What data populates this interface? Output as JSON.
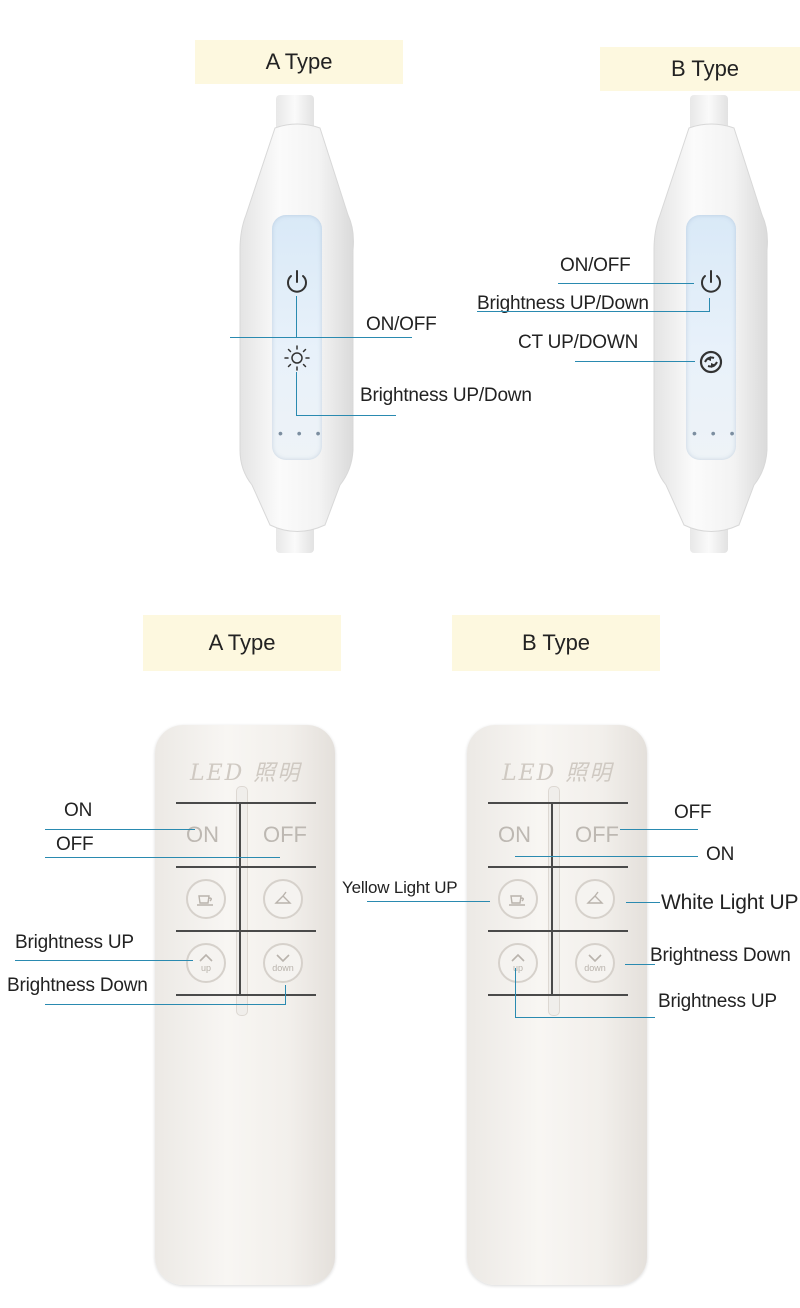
{
  "top": {
    "a_type_label": "A Type",
    "b_type_label": "B Type",
    "a_callouts": {
      "on_off": "ON/OFF",
      "brightness": "Brightness UP/Down"
    },
    "b_callouts": {
      "on_off": "ON/OFF",
      "brightness": "Brightness UP/Down",
      "ct": "CT UP/DOWN"
    },
    "dots": "• • •"
  },
  "bottom": {
    "a_type_label": "A Type",
    "b_type_label": "B Type",
    "brand_text": "LED 照明",
    "buttons": {
      "on": "ON",
      "off": "OFF",
      "up": "up",
      "down": "down"
    },
    "a_callouts": {
      "on": "ON",
      "off": "OFF",
      "brightness_up": "Brightness UP",
      "brightness_down": "Brightness Down"
    },
    "b_callouts": {
      "off": "OFF",
      "on": "ON",
      "yellow_up": "Yellow Light UP",
      "white_up": "White Light UP",
      "brightness_down": "Brightness Down",
      "brightness_up": "Brightness UP"
    }
  },
  "colors": {
    "label_bg": "#fdf8df",
    "callout_line": "#2a8ab0",
    "panel_blue": "#d9e9f7"
  },
  "icons": [
    "power-icon",
    "sun-icon",
    "cycle-icon",
    "cup-icon",
    "lamp-icon",
    "up-chevron-icon",
    "down-chevron-icon"
  ]
}
